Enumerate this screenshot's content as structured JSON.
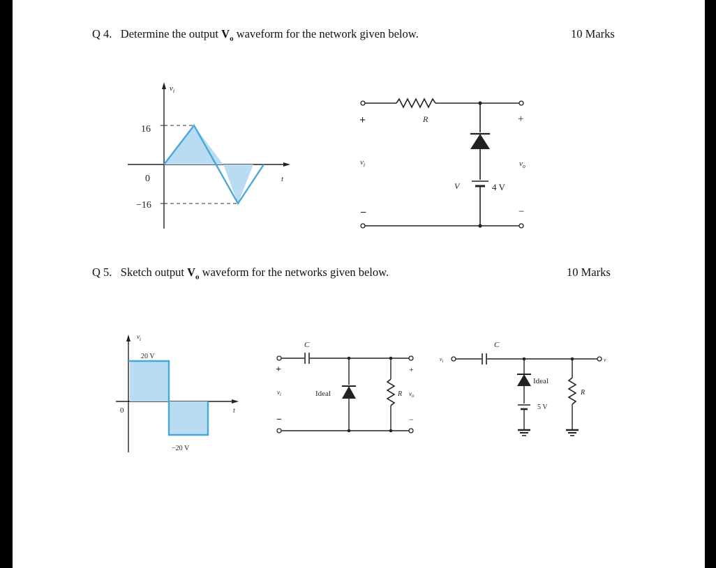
{
  "q4": {
    "number": "Q 4.",
    "text_before": "Determine the output ",
    "vo": "V",
    "vo_sub": "o",
    "text_after": " waveform for the network given below.",
    "marks": "10 Marks",
    "waveform": {
      "axis_label": "v",
      "axis_label_sub": "i",
      "time_label": "t",
      "y_top": "16",
      "y_zero": "0",
      "y_bottom": "−16",
      "peak": 16,
      "trough": -16
    },
    "circuit": {
      "plus_in": "+",
      "minus_in": "−",
      "vin_label": "v",
      "vin_sub": "i",
      "resistor_label": "R",
      "plus_out": "+",
      "minus_out": "−",
      "vout_label": "v",
      "vout_sub": "o",
      "battery_label_left": "V",
      "battery_value": "4 V"
    }
  },
  "q5": {
    "number": "Q 5.",
    "text_before": "Sketch output ",
    "vo": "V",
    "vo_sub": "o",
    "text_after": " waveform for the networks given below.",
    "marks": "10 Marks",
    "waveform": {
      "axis_label": "v",
      "axis_label_sub": "i",
      "time_label": "t",
      "y_zero": "0",
      "top_value": "20 V",
      "bottom_value": "−20 V",
      "high": 20,
      "low": -20
    },
    "circuit1": {
      "cap_label": "C",
      "plus_in": "+",
      "minus_in": "−",
      "vin_label": "v",
      "vin_sub": "i",
      "diode_label": "Ideal",
      "resistor_label": "R",
      "plus_out": "+",
      "minus_out": "−",
      "vout_label": "v",
      "vout_sub": "o"
    },
    "circuit2": {
      "vin_label": "v",
      "vin_sub": "i",
      "cap_label": "C",
      "diode_label": "Ideal",
      "battery_value": "5 V",
      "resistor_label": "R",
      "vout_label": "v"
    }
  },
  "colors": {
    "waveform_fill": "#b9dcf2",
    "waveform_line": "#4aa8d8",
    "text": "#111111"
  }
}
